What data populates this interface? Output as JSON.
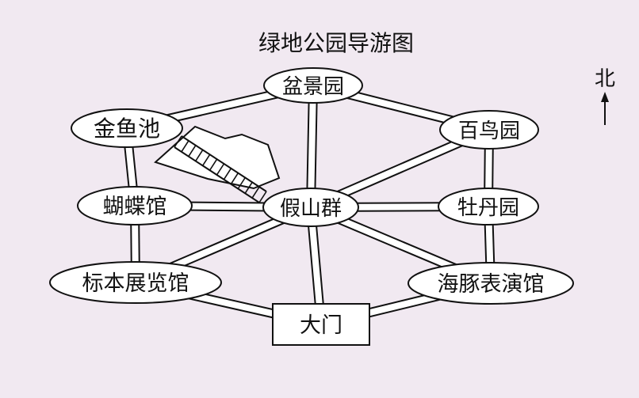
{
  "map": {
    "title": "绿地公园导游图",
    "north_label": "北",
    "places": {
      "penjing": "盆景园",
      "jinyu": "金鱼池",
      "bainiao": "百鸟园",
      "hudie": "蝴蝶馆",
      "jiashan": "假山群",
      "mudan": "牡丹园",
      "biaoben": "标本展览馆",
      "haitun": "海豚表演馆",
      "damen": "大门"
    },
    "colors": {
      "background": "#f1e9f1",
      "line": "#111111",
      "road_fill": "#ffffff"
    }
  }
}
